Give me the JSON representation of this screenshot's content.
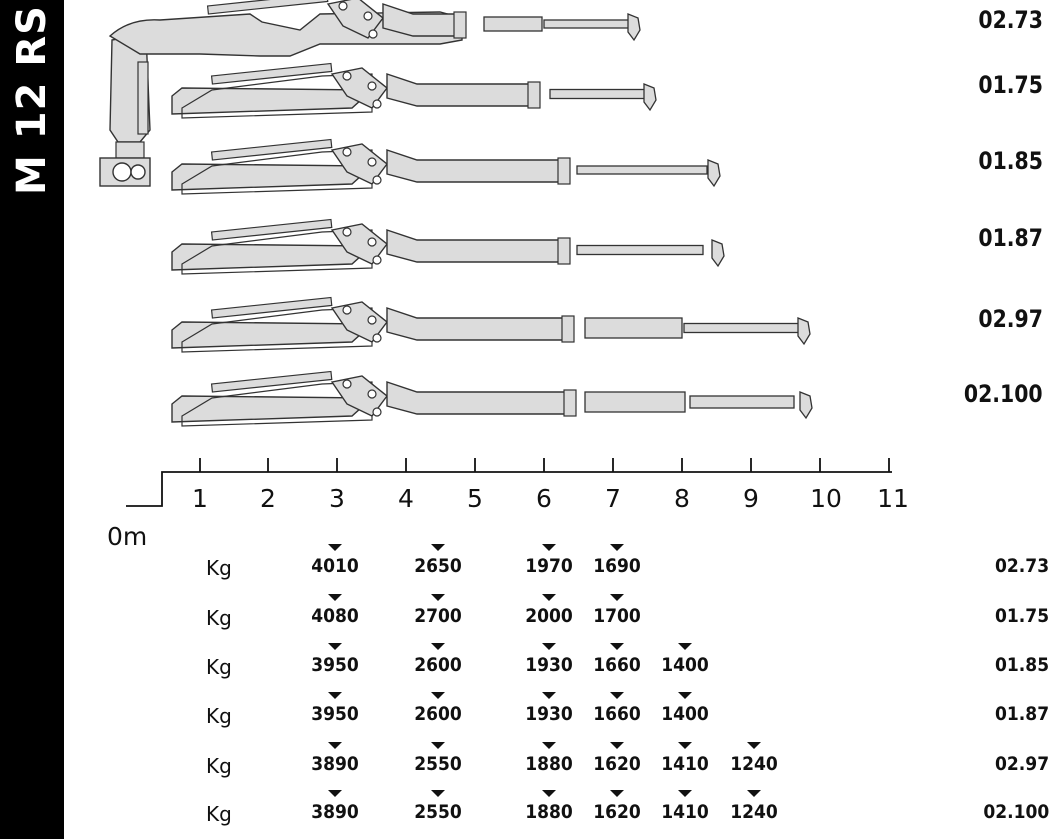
{
  "sidebar": {
    "title": "M 12 RS"
  },
  "scale": {
    "ticks": [
      "1",
      "2",
      "3",
      "4",
      "5",
      "6",
      "7",
      "8",
      "9",
      "10",
      "11"
    ],
    "zero_label": "0m"
  },
  "unit_label": "Kg",
  "variants": [
    {
      "model": "02.73",
      "loads": [
        "4010",
        "2650",
        "1970",
        "1690"
      ]
    },
    {
      "model": "01.75",
      "loads": [
        "4080",
        "2700",
        "2000",
        "1700"
      ]
    },
    {
      "model": "01.85",
      "loads": [
        "3950",
        "2600",
        "1930",
        "1660",
        "1400"
      ]
    },
    {
      "model": "01.87",
      "loads": [
        "3950",
        "2600",
        "1930",
        "1660",
        "1400"
      ]
    },
    {
      "model": "02.97",
      "loads": [
        "3890",
        "2550",
        "1880",
        "1620",
        "1410",
        "1240"
      ]
    },
    {
      "model": "02.100",
      "loads": [
        "3890",
        "2550",
        "1880",
        "1620",
        "1410",
        "1240"
      ]
    }
  ],
  "colors": {
    "boom_fill": "#dcdcdc",
    "boom_stroke": "#333333",
    "sidebar": "#000000"
  }
}
